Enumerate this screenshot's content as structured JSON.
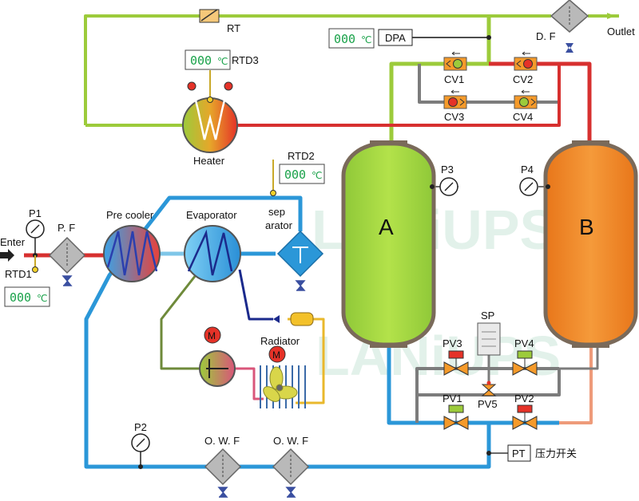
{
  "labels": {
    "rt": "RT",
    "outlet": "Outlet",
    "df": "D. F",
    "dpa": "DPA",
    "rtd3": "RTD3",
    "heater": "Heater",
    "cv1": "CV1",
    "cv2": "CV2",
    "cv3": "CV3",
    "cv4": "CV4",
    "rtd2": "RTD2",
    "p1": "P1",
    "pf": "P. F",
    "enter": "Enter",
    "rtd1": "RTD1",
    "precooler": "Pre cooler",
    "evaporator": "Evaporator",
    "separator_1": "sep",
    "separator_2": "arator",
    "p3": "P3",
    "p4": "P4",
    "tower_a": "A",
    "tower_b": "B",
    "radiator": "Radiator",
    "sp": "SP",
    "pv1": "PV1",
    "pv2": "PV2",
    "pv3": "PV3",
    "pv4": "PV4",
    "pv5": "PV5",
    "p2": "P2",
    "owf1": "O. W. F",
    "owf2": "O. W. F",
    "pt": "PT",
    "pt_desc": "压力开关",
    "motor_m": "M"
  },
  "displays": {
    "dpa_value": "000",
    "rtd3_value": "000",
    "rtd2_value": "000",
    "rtd1_value": "000",
    "unit": "℃"
  },
  "watermark": "LANiUPS",
  "colors": {
    "green_pipe": "#9ccb3b",
    "red_pipe": "#d7302f",
    "blue_pipe": "#2b97d8",
    "gray_pipe": "#7c7c7c",
    "salmon_pipe": "#ee9b7a",
    "navy_pipe": "#1b2a8c",
    "olive_pipe": "#6e8a3a",
    "yellow_pipe": "#e9b82c",
    "tower_a": "#9fd23a",
    "tower_b": "#f0821e",
    "lcd_green": "#1aa24a"
  }
}
